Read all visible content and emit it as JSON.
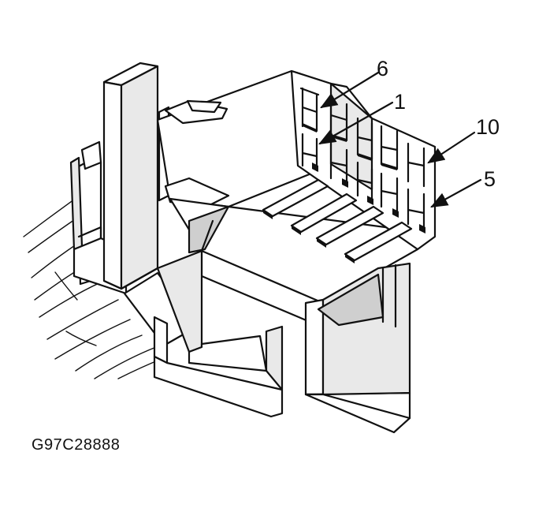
{
  "figure": {
    "caption": "G97C28888",
    "callouts": [
      {
        "id": "pin-6",
        "label": "6"
      },
      {
        "id": "pin-1",
        "label": "1"
      },
      {
        "id": "pin-10",
        "label": "10"
      },
      {
        "id": "pin-5",
        "label": "5"
      }
    ]
  }
}
